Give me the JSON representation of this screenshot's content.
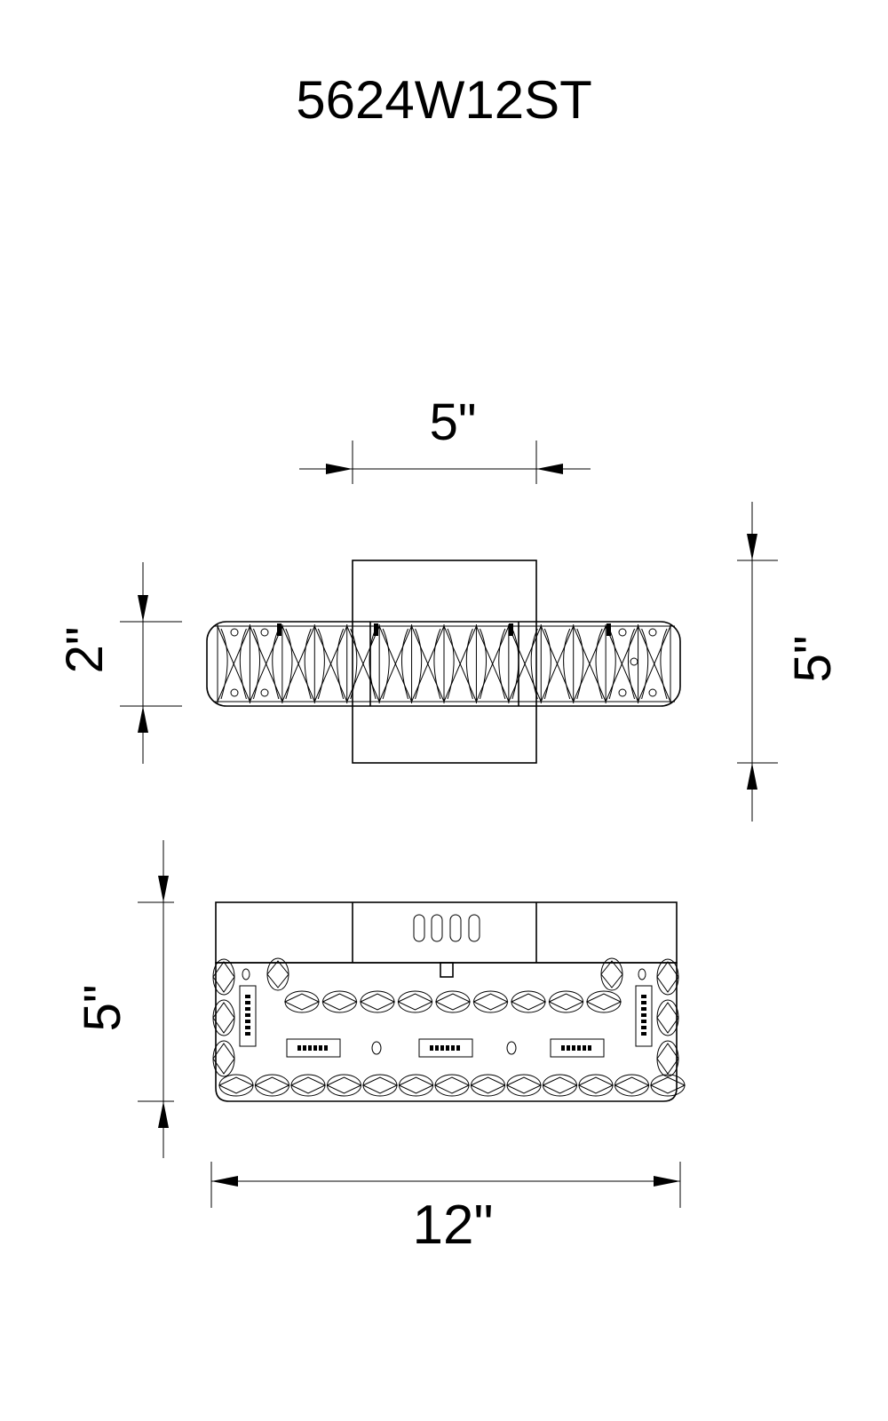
{
  "title": "5624W12ST",
  "dimensions": {
    "top_width": "5\"",
    "front_height": "2\"",
    "side_height": "5\"",
    "bottom_depth": "5\"",
    "bottom_width": "12\""
  }
}
